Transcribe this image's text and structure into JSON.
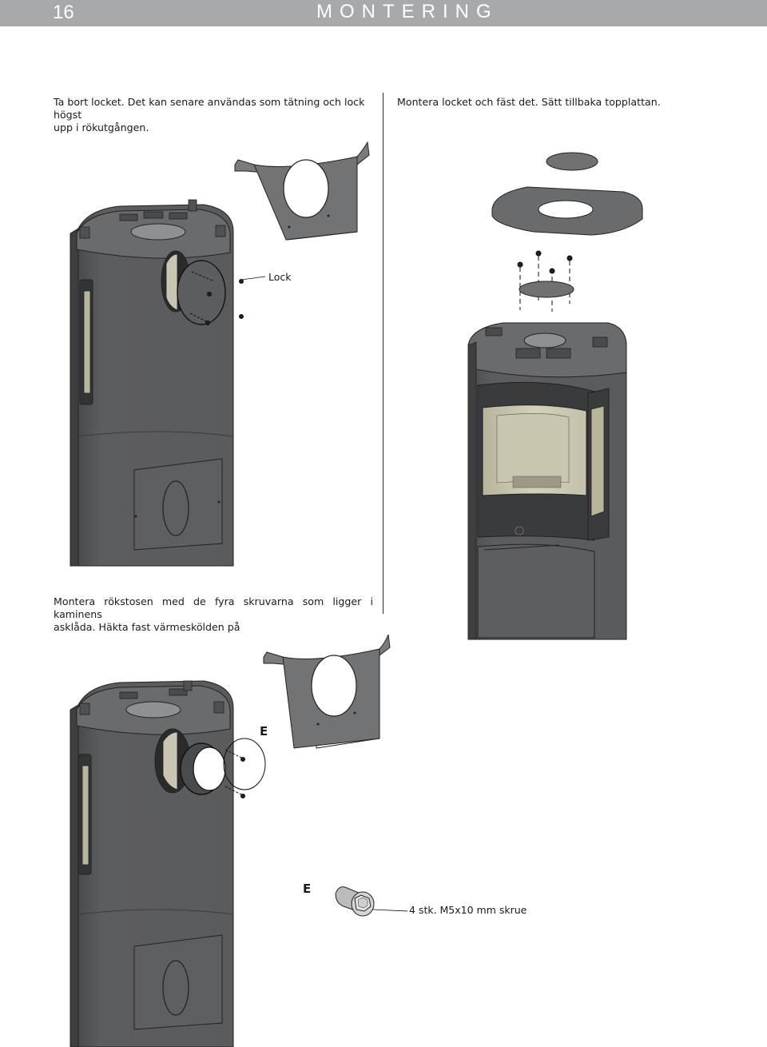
{
  "header": {
    "page_number": "16",
    "title": "MONTERING"
  },
  "steps": {
    "step1": {
      "line1": "Ta bort locket. Det kan senare användas som tätning och lock högst",
      "line2": "upp i rökutgången."
    },
    "step2": {
      "line1": "Montera locket och fäst det. Sätt tillbaka topplattan."
    },
    "step3": {
      "line1": "Montera rökstosen med de fyra skruvarna som ligger i kaminens",
      "line2": "asklåda. Häkta fast värmeskölden på"
    }
  },
  "labels": {
    "lock": "Lock",
    "part_e": "E",
    "part_e_legend": "E",
    "screw_description": "4 stk. M5x10 mm skrue"
  },
  "colors": {
    "header_bar": "#a8a9ab",
    "stove_body": "#58595b",
    "stove_dark": "#3c3d3f",
    "heat_shield": "#727375"
  }
}
